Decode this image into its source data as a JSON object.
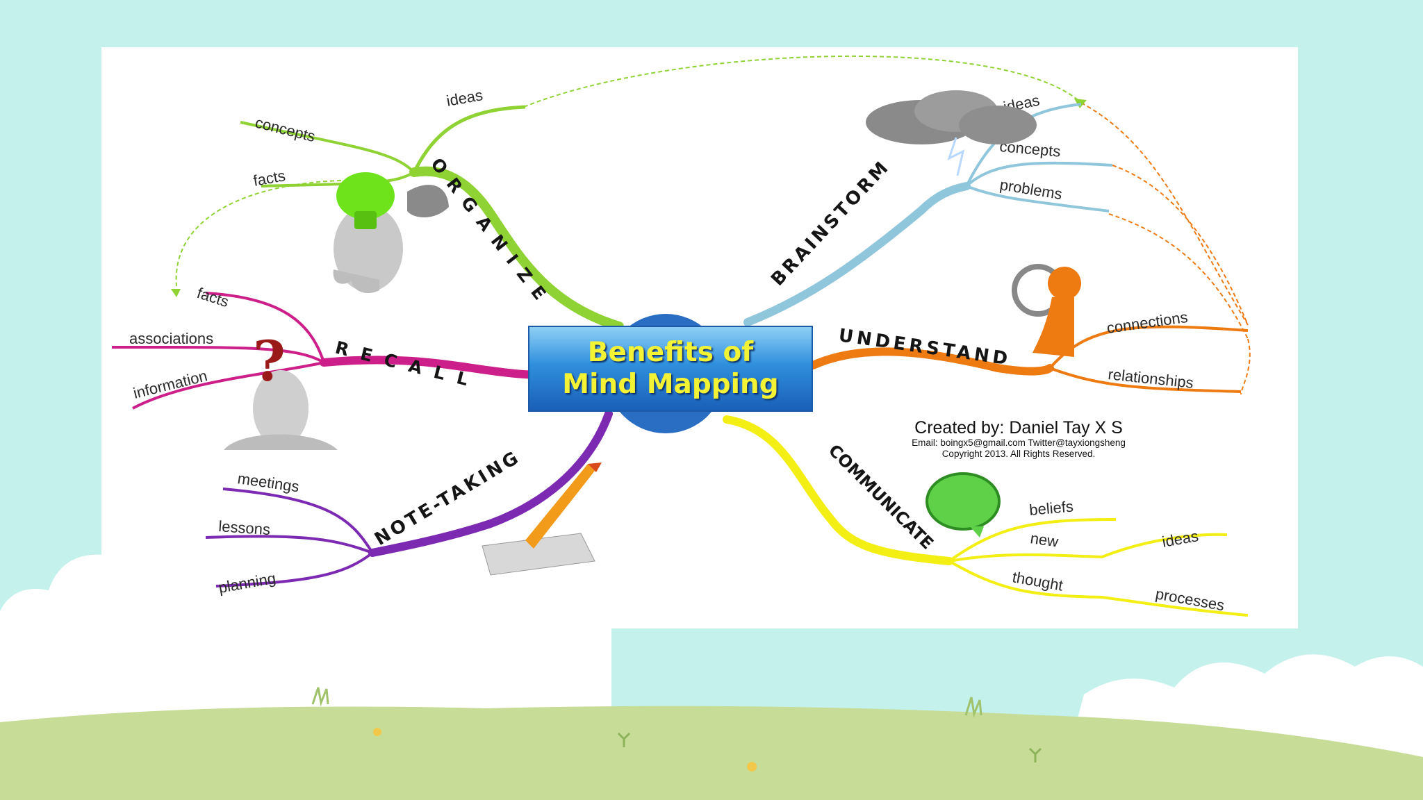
{
  "title_line1": "Benefits of",
  "title_line2": "Mind Mapping",
  "credit": {
    "created_by": "Created by: Daniel Tay X S",
    "contact": "Email: boingx5@gmail.com Twitter@tayxiongsheng",
    "copyright": "Copyright 2013. All Rights Reserved."
  },
  "branches": {
    "organize": {
      "label": "ORGANIZE",
      "color": "#8fd234",
      "items": [
        "ideas",
        "concepts",
        "facts"
      ]
    },
    "recall": {
      "label": "RECALL",
      "color": "#cc1f8a",
      "items": [
        "facts",
        "associations",
        "information"
      ]
    },
    "note_taking": {
      "label": "NOTE-TAKING",
      "color": "#7d2ab2",
      "items": [
        "meetings",
        "lessons",
        "planning"
      ]
    },
    "brainstorm": {
      "label": "BRAINSTORM",
      "color": "#8fc6dc",
      "items": [
        "ideas",
        "concepts",
        "problems"
      ]
    },
    "understand": {
      "label": "UNDERSTAND",
      "color": "#ee7a12",
      "items": [
        "connections",
        "relationships"
      ]
    },
    "communicate": {
      "label": "COMMUNICATE",
      "color": "#f3ee13",
      "items": [
        "beliefs",
        "new",
        "thought",
        "ideas",
        "processes"
      ]
    }
  }
}
